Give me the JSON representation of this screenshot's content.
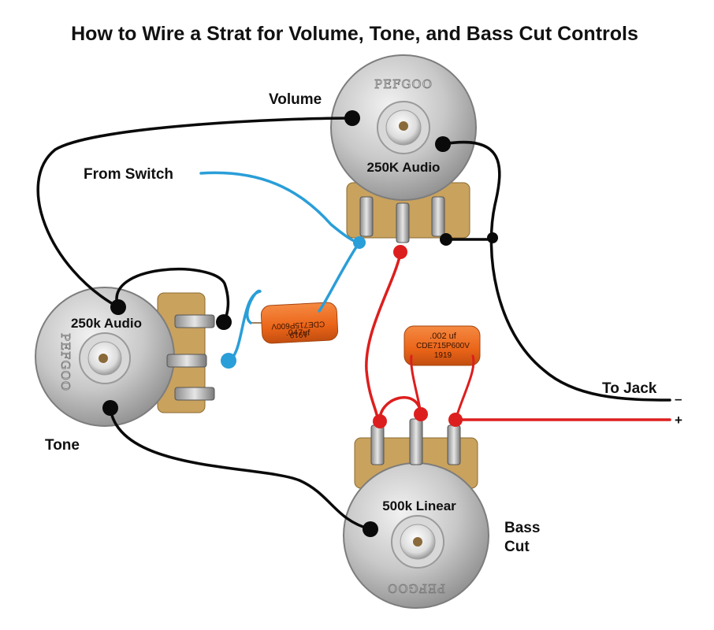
{
  "title": "How to Wire a Strat for Volume, Tone, and Bass Cut Controls",
  "labels": {
    "volume": "Volume",
    "tone": "Tone",
    "bass_cut_line1": "Bass",
    "bass_cut_line2": "Cut",
    "from_switch": "From Switch",
    "to_jack": "To Jack",
    "minus": "–",
    "plus": "+"
  },
  "pots": {
    "volume": {
      "rating": "250K Audio",
      "brand": "PEFGOO"
    },
    "tone": {
      "rating": "250k Audio",
      "brand": "PEFGOO"
    },
    "bass_cut": {
      "rating": "500k Linear",
      "brand": "PEFGOO"
    }
  },
  "capacitors": {
    "tone_cap": {
      "line1": "1919",
      "line2": "CDE715P600V",
      "line3": ".047uf"
    },
    "bass_cap": {
      "line1": ".002 uf",
      "line2": "CDE715P600V",
      "line3": "1919"
    }
  },
  "colors": {
    "wire_black": "#0a0a0a",
    "wire_blue": "#2a9ed8",
    "wire_red": "#dd1e1e",
    "cap_orange": "#ef6a1e",
    "pot_metal": "#c9c9c9",
    "board_tan": "#c9a25e"
  }
}
